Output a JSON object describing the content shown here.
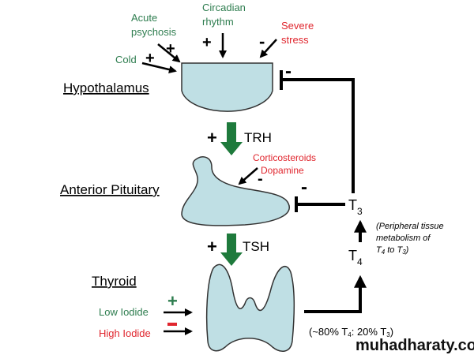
{
  "stimuli": {
    "acute_psychosis": [
      "Acute",
      "psychosis"
    ],
    "circadian_rhythm": [
      "Circadian",
      "rhythm"
    ],
    "severe_stress": [
      "Severe",
      "stress"
    ],
    "cold": "Cold",
    "plus": "+",
    "minus": "-"
  },
  "organs": {
    "hypothalamus": "Hypothalamus",
    "anterior_pituitary": "Anterior Pituitary",
    "thyroid": "Thyroid"
  },
  "hormones": {
    "trh": "TRH",
    "tsh": "TSH",
    "t3": {
      "base": "T",
      "sub": "3"
    },
    "t4": {
      "base": "T",
      "sub": "4"
    }
  },
  "inhibitors": [
    "Corticosteroids",
    "Dopamine"
  ],
  "iodide": {
    "low": "Low Iodide",
    "high": "High Iodide"
  },
  "peripheral_note": {
    "line1": "(Peripheral tissue",
    "line2": "metabolism of",
    "line3_a": "T",
    "line3_a_sub": "4",
    "line3_b": " to T",
    "line3_b_sub": "3",
    "line3_c": ")"
  },
  "ratio": {
    "a": "(~80% T",
    "a_sub": "4",
    "b": ": 20% T",
    "b_sub": "3",
    "c": ")"
  },
  "watermark": "muhadharaty.com",
  "colors": {
    "stimulatory": "#2e7d4f",
    "inhibitory": "#e0262e",
    "organ_fill": "#bfdfe4",
    "arrow_green": "#1e7a3c"
  }
}
